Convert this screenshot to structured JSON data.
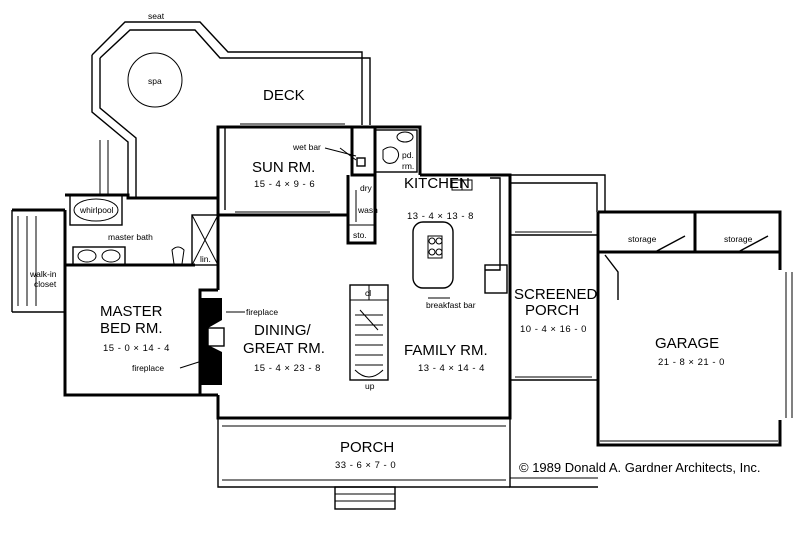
{
  "rooms": {
    "deck": {
      "name": "DECK"
    },
    "sun_room": {
      "name": "SUN RM.",
      "dims": "15 - 4 × 9 - 6"
    },
    "kitchen": {
      "name": "KITCHEN",
      "dims": "13 - 4 × 13 - 8"
    },
    "screened_porch": {
      "name_line1": "SCREENED",
      "name_line2": "PORCH",
      "dims": "10 - 4 × 16 - 0"
    },
    "garage": {
      "name": "GARAGE",
      "dims": "21 - 8 × 21 - 0"
    },
    "master_bed": {
      "name_line1": "MASTER",
      "name_line2": "BED RM.",
      "dims": "15 - 0 × 14 - 4"
    },
    "dining_great": {
      "name_line1": "DINING/",
      "name_line2": "GREAT RM.",
      "dims": "15 - 4 × 23 - 8"
    },
    "family": {
      "name": "FAMILY RM.",
      "dims": "13 - 4 × 14 - 4"
    },
    "porch": {
      "name": "PORCH",
      "dims": "33 - 6 × 7 - 0"
    }
  },
  "small_labels": {
    "seat": "seat",
    "spa": "spa",
    "wet_bar": "wet bar",
    "powder_room_1": "pd.",
    "powder_room_2": "rm.",
    "dry": "dry",
    "wash": "wash",
    "storage_closet": "sto.",
    "whirlpool": "whirlpool",
    "master_bath": "master bath",
    "linen": "lin.",
    "walk_in_1": "walk-in",
    "walk_in_2": "closet",
    "fireplace_upper": "fireplace",
    "fireplace_lower": "fireplace",
    "closet": "cl",
    "up": "up",
    "breakfast_bar": "breakfast bar",
    "storage_left": "storage",
    "storage_right": "storage"
  },
  "copyright": "© 1989 Donald A. Gardner Architects, Inc."
}
